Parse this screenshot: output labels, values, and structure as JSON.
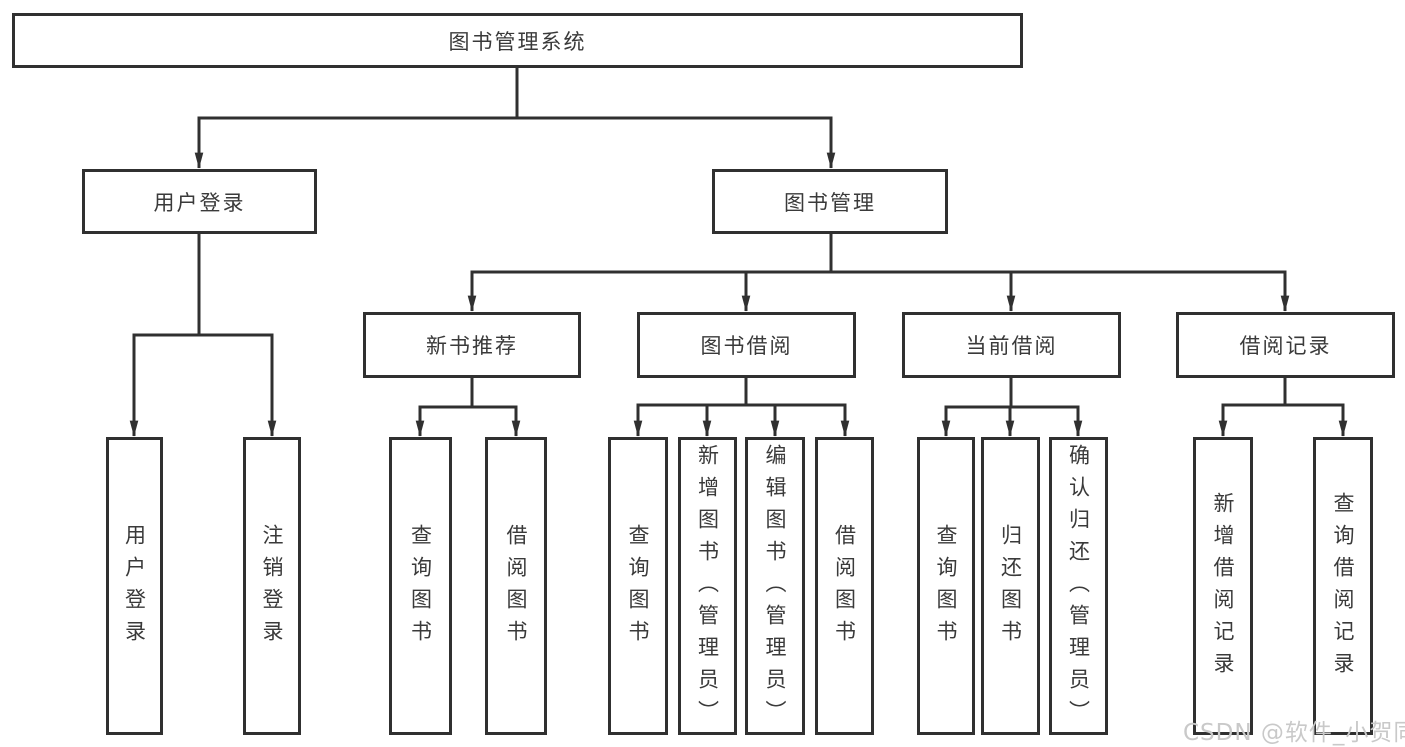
{
  "title": "图书管理系统",
  "watermark": "CSDN @软件_小贺同学",
  "colors": {
    "line": "#303030",
    "text": "#3a3a3a",
    "background": "#ffffff",
    "watermark": "#c9c9c9"
  },
  "nodes": {
    "root": {
      "label": "图书管理系统"
    },
    "level2": [
      {
        "label": "用户登录"
      },
      {
        "label": "图书管理"
      }
    ],
    "level3": [
      {
        "label": "新书推荐"
      },
      {
        "label": "图书借阅"
      },
      {
        "label": "当前借阅"
      },
      {
        "label": "借阅记录"
      }
    ],
    "leaves": {
      "user_login": [
        "用户登录",
        "注销登录"
      ],
      "new_book_recommend": [
        "查询图书",
        "借阅图书"
      ],
      "book_borrow": [
        "查询图书",
        "新增图书（管理员）",
        "编辑图书（管理员）",
        "借阅图书"
      ],
      "current_borrow": [
        "查询图书",
        "归还图书",
        "确认归还（管理员）"
      ],
      "borrow_records": [
        "新增借阅记录",
        "查询借阅记录"
      ]
    }
  }
}
